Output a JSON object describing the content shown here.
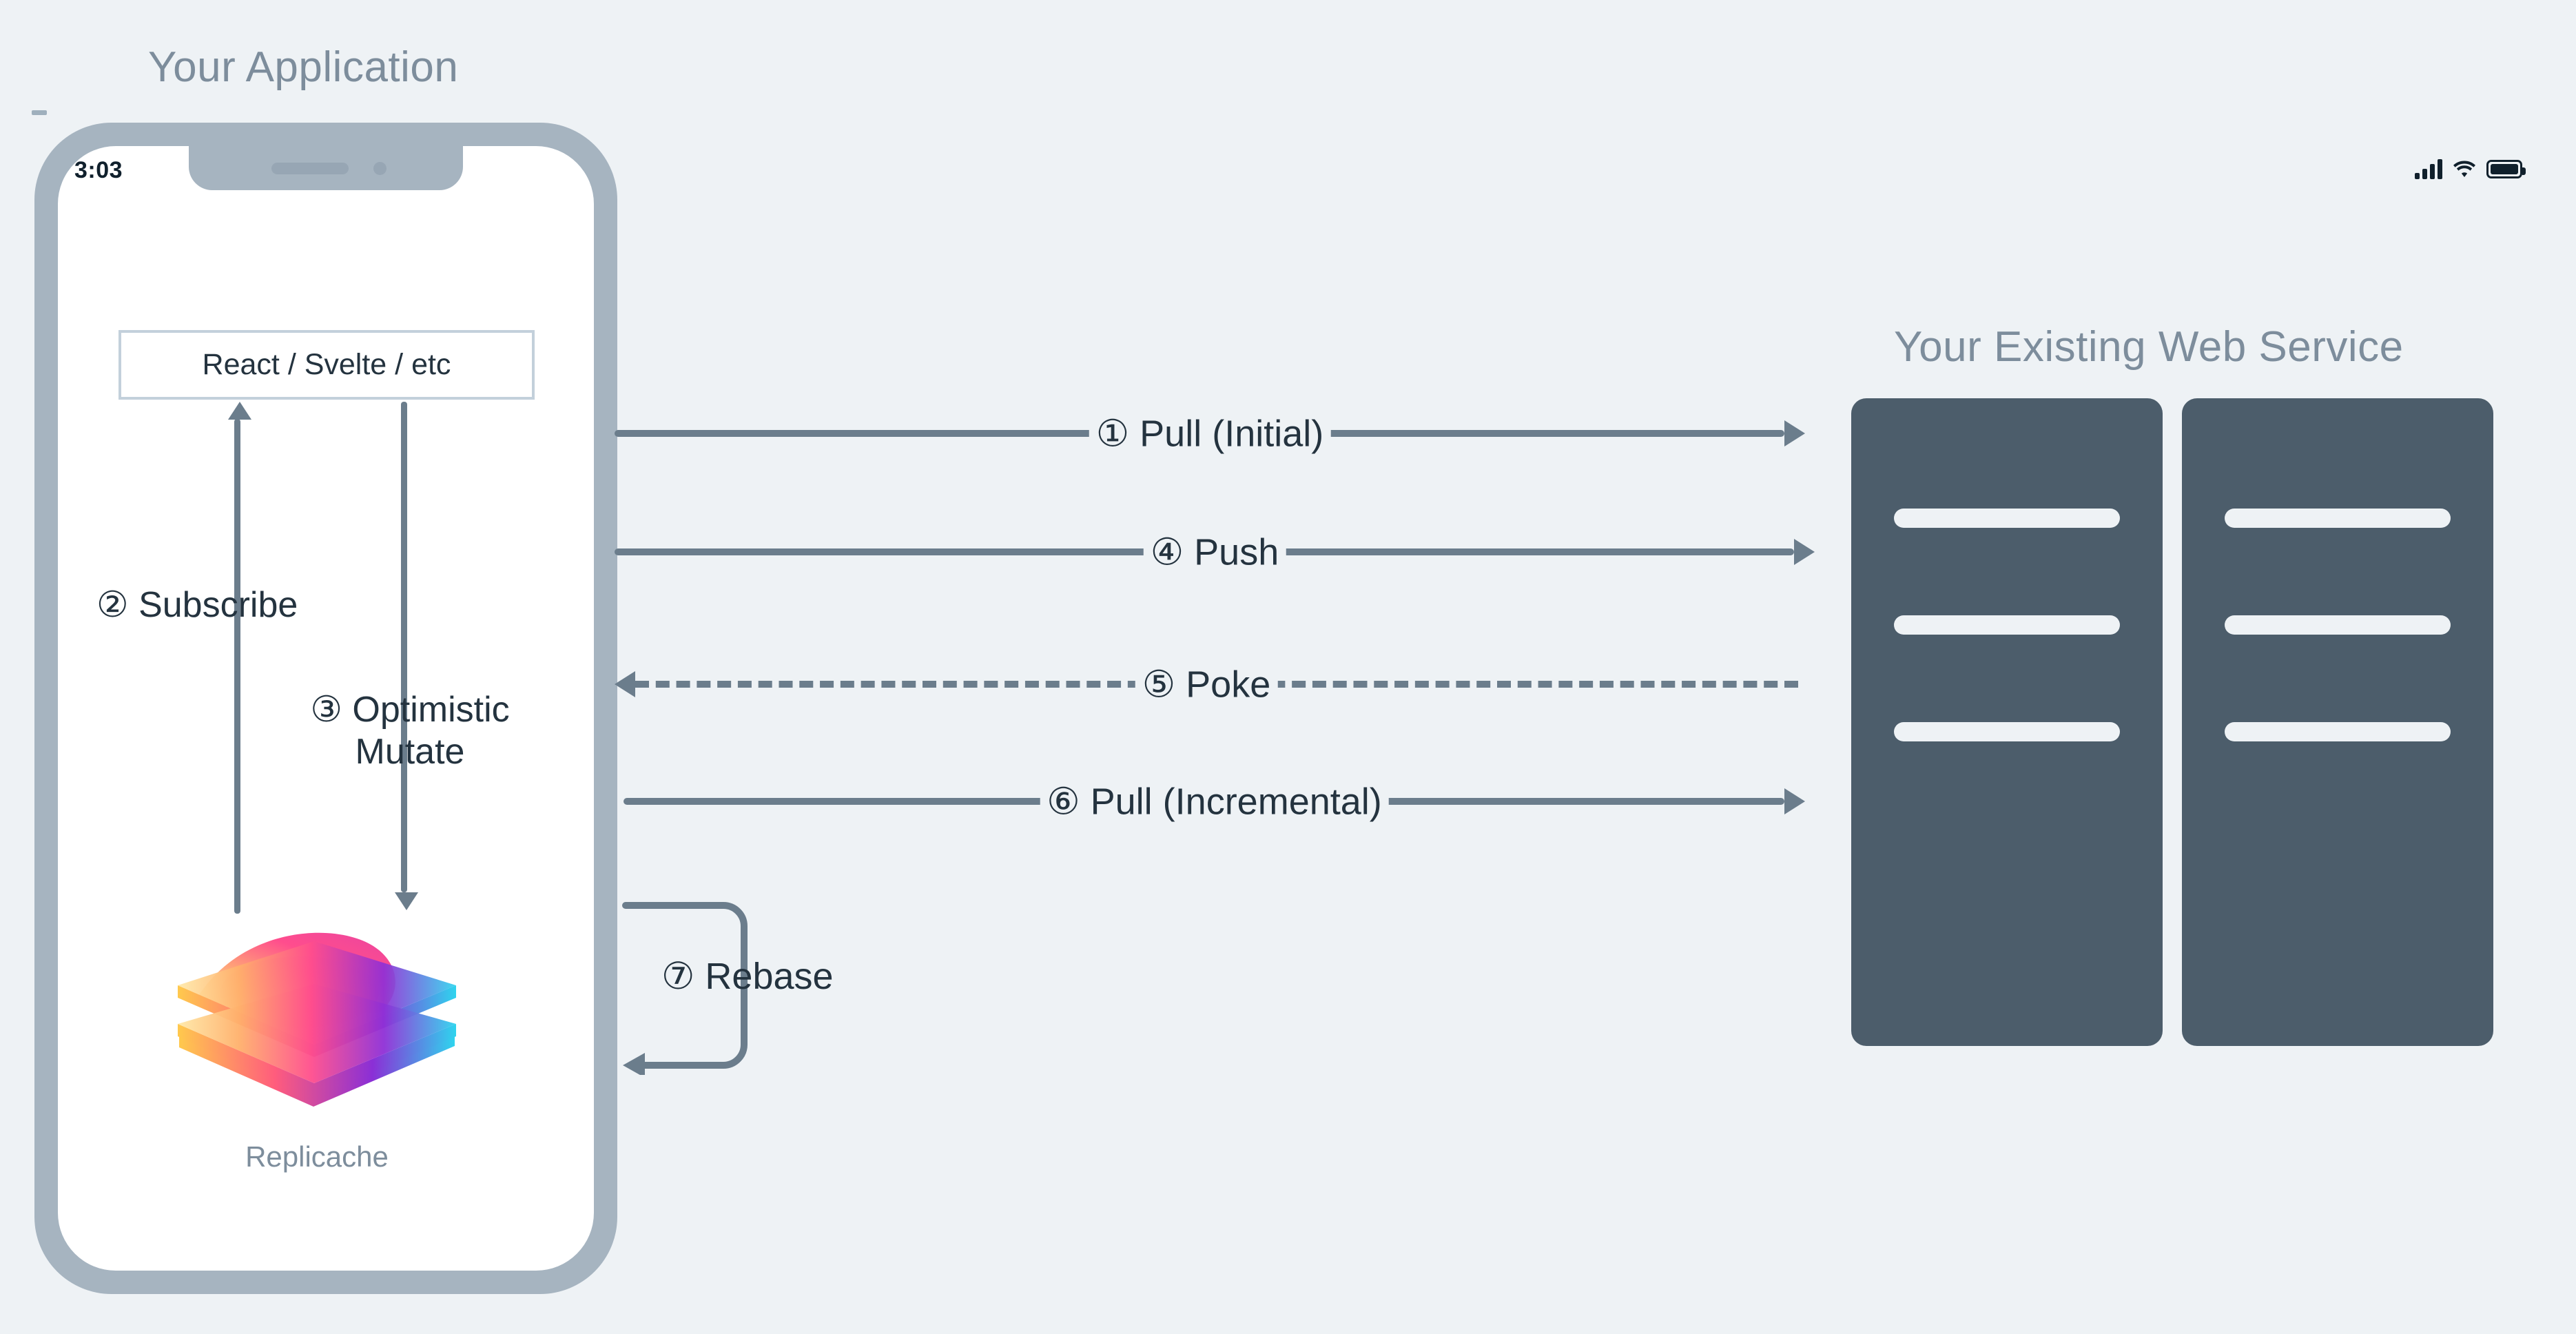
{
  "app": {
    "title": "Your Application",
    "status_bar": {
      "time": "3:03",
      "icons": [
        "signal-icon",
        "wifi-icon",
        "battery-icon"
      ]
    },
    "framework_box": {
      "label": "React / Svelte / etc"
    },
    "local_steps": [
      {
        "number": "②",
        "label": "Subscribe",
        "direction": "up"
      },
      {
        "number": "③",
        "label": "Optimistic Mutate",
        "direction": "down"
      }
    ],
    "store": {
      "name": "Replicache",
      "logo": "replicache-layers-logo"
    }
  },
  "service": {
    "title": "Your Existing Web Service",
    "racks": [
      {
        "name": "server-rack-left",
        "slots": 3
      },
      {
        "name": "server-rack-right",
        "slots": 3
      }
    ]
  },
  "transport": {
    "arrows": [
      {
        "number": "①",
        "label": "Pull (Initial)",
        "text": "① Pull (Initial)",
        "direction": "right",
        "style": "solid"
      },
      {
        "number": "④",
        "label": "Push",
        "text": "④ Push",
        "direction": "right",
        "style": "solid"
      },
      {
        "number": "⑤",
        "label": "Poke",
        "text": "⑤ Poke",
        "direction": "left",
        "style": "dashed"
      },
      {
        "number": "⑥",
        "label": "Pull (Incremental)",
        "text": "⑥ Pull (Incremental)",
        "direction": "right",
        "style": "solid"
      }
    ],
    "rebase": {
      "number": "⑦",
      "label": "Rebase",
      "text": "⑦ Rebase",
      "direction": "loop-back"
    }
  },
  "colors": {
    "background": "#eef2f5",
    "phone_frame": "#a6b4c0",
    "phone_screen": "#ffffff",
    "title_text": "#7d8d9c",
    "body_text": "#24333f",
    "arrow": "#6b7d8c",
    "server": "#4c5d6b",
    "framework_border": "#c3d0db",
    "logo_gradient": [
      "#ffd24d",
      "#ff5c8a",
      "#a02bd8",
      "#2fd4ee"
    ]
  }
}
